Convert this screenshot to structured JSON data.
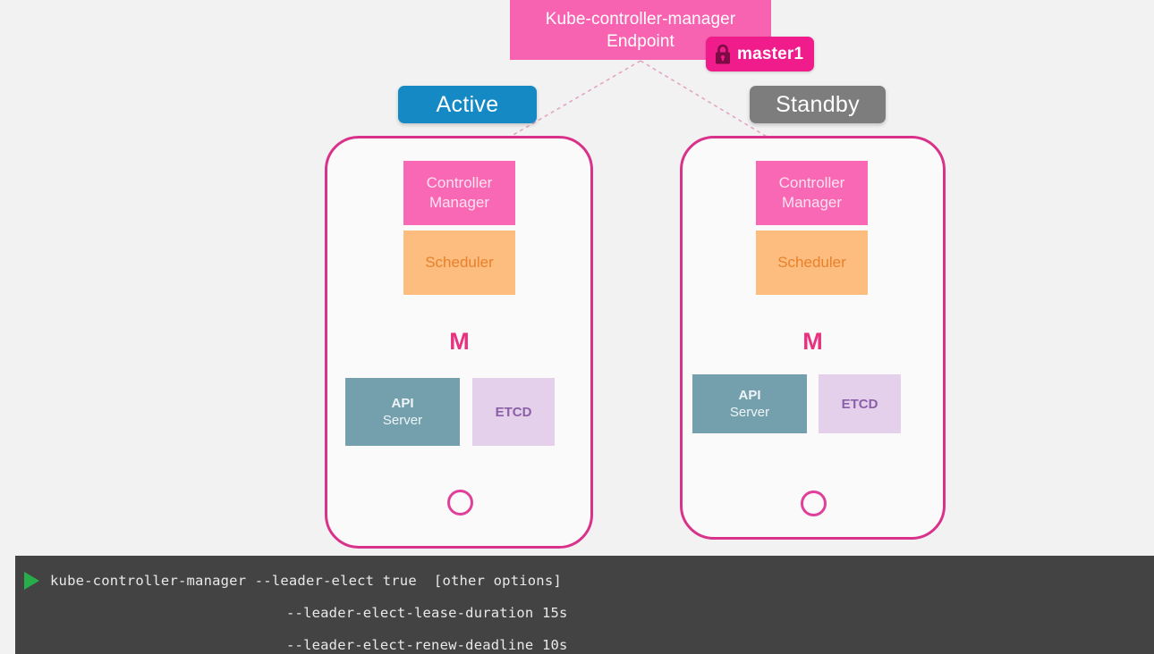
{
  "diagram": {
    "endpoint": {
      "title_line1": "Kube-controller-manager",
      "title_line2": "Endpoint",
      "color": "#f863b1"
    },
    "master_badge": {
      "label": "master1",
      "icon": "lock-icon",
      "color": "#f01c8b"
    },
    "states": {
      "active_label": "Active",
      "active_color": "#1489c4",
      "standby_label": "Standby",
      "standby_color": "#7d7d7d"
    },
    "nodes": [
      {
        "id": "left",
        "state": "Active",
        "controller_manager_line1": "Controller",
        "controller_manager_line2": "Manager",
        "controller_manager_color": "#f868b4",
        "scheduler_label": "Scheduler",
        "scheduler_color": "#fcbd7e",
        "letter": "M",
        "letter_color": "#e8327f",
        "api_server_line1": "API",
        "api_server_line2": "Server",
        "api_server_color": "#74a0ad",
        "etcd_label": "ETCD",
        "etcd_color": "#e4d0ea",
        "border_color": "#d9328b"
      },
      {
        "id": "right",
        "state": "Standby",
        "controller_manager_line1": "Controller",
        "controller_manager_line2": "Manager",
        "controller_manager_color": "#f868b4",
        "scheduler_label": "Scheduler",
        "scheduler_color": "#fcbd7e",
        "letter": "M",
        "letter_color": "#e8327f",
        "api_server_line1": "API",
        "api_server_line2": "Server",
        "api_server_color": "#74a0ad",
        "etcd_label": "ETCD",
        "etcd_color": "#e4d0ea",
        "border_color": "#d9328b"
      }
    ]
  },
  "terminal": {
    "background": "#434343",
    "text_color": "#e9e9e9",
    "prompt_icon": "play-triangle-icon",
    "prompt_color": "#27ae4a",
    "lines": [
      {
        "has_prompt": true,
        "text": "kube-controller-manager --leader-elect true  [other options]"
      },
      {
        "has_prompt": false,
        "text": "--leader-elect-lease-duration 15s"
      },
      {
        "has_prompt": false,
        "text": "--leader-elect-renew-deadline 10s"
      }
    ]
  }
}
